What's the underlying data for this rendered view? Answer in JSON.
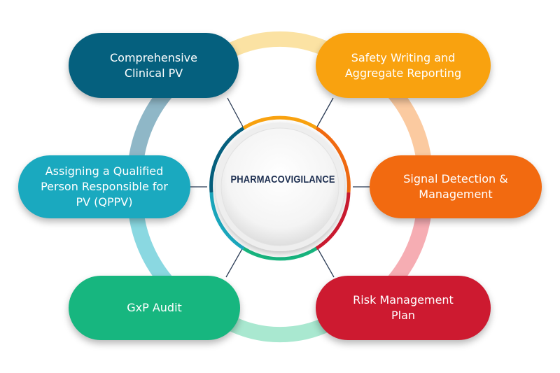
{
  "center": {
    "label": "PHARMACOVIGILANCE"
  },
  "nodes": [
    {
      "id": "comprehensive-clinical-pv",
      "label": "Comprehensive\nClinical PV",
      "color": "#05607e"
    },
    {
      "id": "safety-writing",
      "label": "Safety Writing and\nAggregate Reporting",
      "color": "#f9a20f"
    },
    {
      "id": "qppv",
      "label": "Assigning a Qualified\nPerson Responsible for\nPV (QPPV)",
      "color": "#1aa9bf"
    },
    {
      "id": "signal-detection",
      "label": "Signal Detection &\nManagement",
      "color": "#f26a10"
    },
    {
      "id": "gxp-audit",
      "label": "GxP Audit",
      "color": "#17b67f"
    },
    {
      "id": "risk-management",
      "label": "Risk Management\nPlan",
      "color": "#cd1a30"
    }
  ]
}
